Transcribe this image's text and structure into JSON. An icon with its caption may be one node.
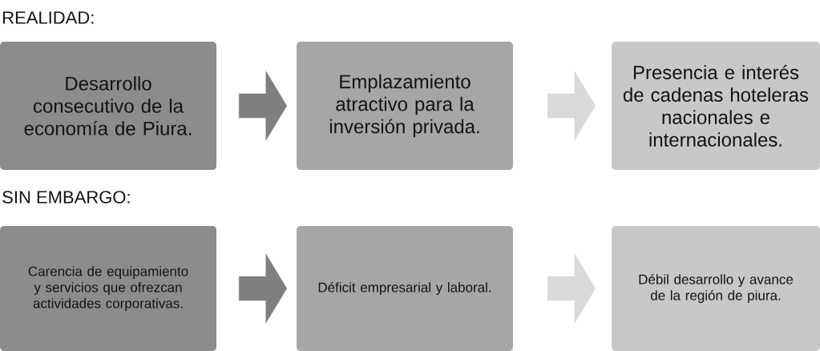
{
  "diagram": {
    "nodes": [
      {
        "text": [
          "Desarrollo consecutivo de la economía de Piura."
        ]
      },
      {
        "text": [
          "Emplazamiento atractivo para la inversión privada."
        ]
      },
      {
        "text": [
          "Presencia e interés de cadenas hoteleras nacionales e internacionales."
        ]
      },
      {
        "text": [
          "Carencia de equipamiento y servicios que ofrezcan actividades corporativas."
        ]
      },
      {
        "text": [
          "Déficit empresarial y laboral."
        ]
      },
      {
        "text": [
          "Débil desarrollo y avance de la región de piura."
        ]
      }
    ],
    "edges": [
      {
        "from": 0,
        "to": 1,
        "arrow": "to",
        "color": "#7f7f7f"
      },
      {
        "from": 1,
        "to": 2,
        "arrow": "to",
        "color": "#d9d9d9"
      },
      {
        "from": 3,
        "to": 4,
        "arrow": "to",
        "color": "#7f7f7f"
      },
      {
        "from": 4,
        "to": 5,
        "arrow": "to",
        "color": "#d9d9d9"
      }
    ],
    "labels": [
      "REALIDAD:",
      "SIN EMBARGO:"
    ]
  }
}
